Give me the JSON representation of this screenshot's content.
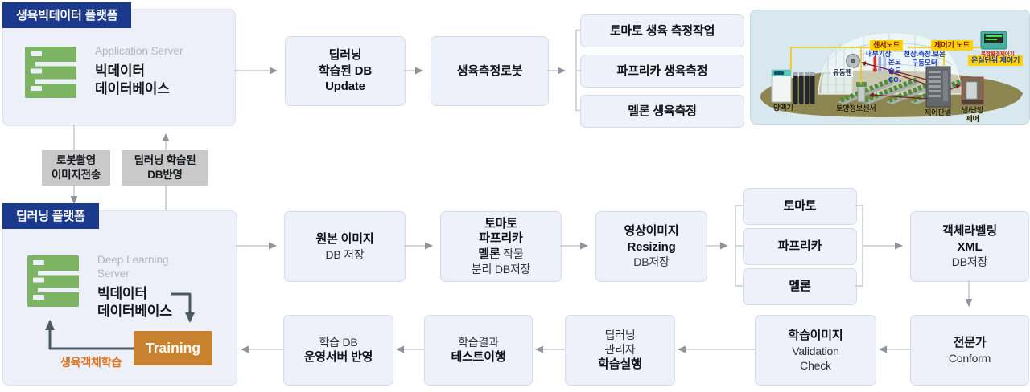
{
  "platform_top": {
    "header": "생육빅데이터 플랫폼",
    "server_type": "Application Server",
    "server_name_l1": "빅데이터",
    "server_name_l2": "데이터베이스"
  },
  "platform_bottom": {
    "header": "딥러닝 플랫폼",
    "server_type": "Deep Learning Server",
    "server_name_l1": "빅데이터",
    "server_name_l2": "데이터베이스",
    "training_label": "Training",
    "training_note": "생육객체학습"
  },
  "transfer_labels": {
    "robot_upload_l1": "로봇촬영",
    "robot_upload_l2": "이미지전송",
    "db_feedback_l1": "딥러닝 학습된",
    "db_feedback_l2": "DB반영"
  },
  "top_flow": {
    "db_update": {
      "l1": "딥러닝",
      "l2": "학습된 DB",
      "l3": "Update"
    },
    "robot": "생육측정로봇",
    "tasks": [
      "토마토 생육 측정작업",
      "파프리카 생육측정",
      "멜론 생육측정"
    ]
  },
  "mid_flow": {
    "original": {
      "l1": "원본 이미지",
      "l2": "DB 저장"
    },
    "separate": {
      "l1": "토마토",
      "l2": "파프리카",
      "l3a": "멜론",
      "l3b": " 작물",
      "l4": "분리 DB저장"
    },
    "resizing": {
      "l1": "영상이미지",
      "l2": "Resizing",
      "l3": "DB저장"
    },
    "crops": [
      "토마토",
      "파프리카",
      "멜론"
    ],
    "labeling": {
      "l1": "객체라벨링",
      "l2": "XML",
      "l3": "DB저장"
    }
  },
  "bottom_flow": {
    "expert": {
      "l1": "전문가",
      "l2": "Conform"
    },
    "validation": {
      "l1": "학습이미지",
      "l2": "Validation",
      "l3": "Check"
    },
    "manager": {
      "l1": "딥러닝",
      "l2": "관리자",
      "l3": "학습실행"
    },
    "test": {
      "l1": "학습결과",
      "l2": "테스트이행"
    },
    "deploy": {
      "l1": "학습 DB",
      "l2": "운영서버 반영"
    }
  },
  "greenhouse": {
    "sensor_node": "센서노드",
    "controller_node": "제어기 노드",
    "greenhouse_controller": "온실단위 제어기",
    "controller_device_caption": "복합환경제어기",
    "indoor_weather": "내부기상",
    "motor_l1": "천장.측창.보온",
    "motor_l2": "구동모터",
    "temp": "온도",
    "humidity": "습도",
    "co2": "CO₂",
    "fan": "유동팬",
    "nutrient_machine": "양액기",
    "soil_sensor": "토양정보센서",
    "control_panel": "제어판넬",
    "hvac_l1": "냉/난방",
    "hvac_l2": "제어"
  },
  "colors": {
    "header_blue": "#1b3a8e",
    "box_fill": "#eef1f9",
    "training_orange": "#c8822f",
    "note_orange": "#e0731d",
    "server_green": "#7cb464",
    "label_gray": "#c9c9c9",
    "wire_yellow": "#f3c400"
  }
}
